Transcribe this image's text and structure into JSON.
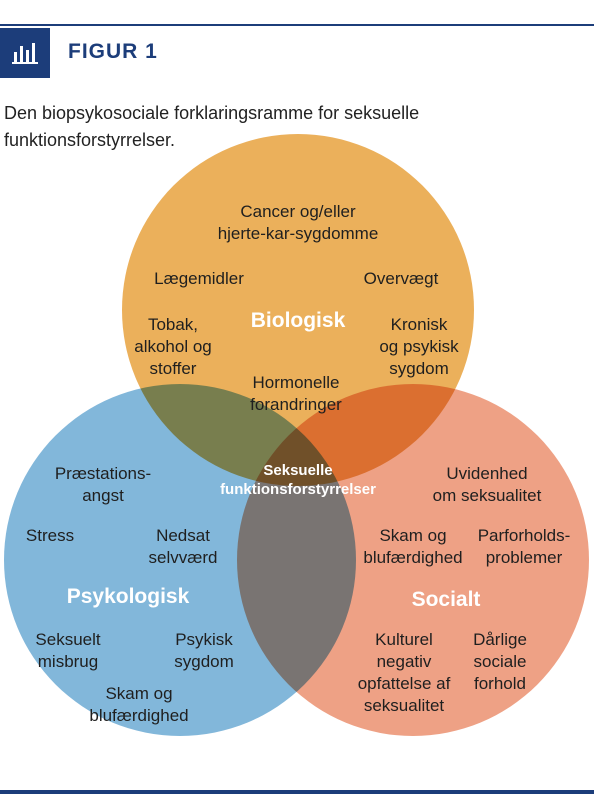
{
  "header": {
    "icon": "bar-chart-icon",
    "figure_label": "FIGUR 1",
    "caption": "Den biopsykosociale forklaringsramme for seksuelle funktionsforstyrrelser."
  },
  "colors": {
    "brand": "#1c3d7a",
    "biologisk": "#e8a23e",
    "psykologisk": "#6aa9d0",
    "socialt": "#e8825c"
  },
  "diagram": {
    "center_label_1": "Seksuelle",
    "center_label_2": "funktionsforstyrrelser",
    "biologisk": {
      "title": "Biologisk",
      "items": [
        [
          "Cancer og/eller",
          "hjerte-kar-sygdomme"
        ],
        [
          "Lægemidler"
        ],
        [
          "Overvægt"
        ],
        [
          "Tobak,",
          "alkohol og",
          "stoffer"
        ],
        [
          "Kronisk",
          "og psykisk",
          "sygdom"
        ],
        [
          "Hormonelle",
          "forandringer"
        ]
      ]
    },
    "psykologisk": {
      "title": "Psykologisk",
      "items": [
        [
          "Præstations-",
          "angst"
        ],
        [
          "Stress"
        ],
        [
          "Nedsat",
          "selvværd"
        ],
        [
          "Seksuelt",
          "misbrug"
        ],
        [
          "Psykisk",
          "sygdom"
        ],
        [
          "Skam og",
          "blufærdighed"
        ]
      ]
    },
    "socialt": {
      "title": "Socialt",
      "items": [
        [
          "Uvidenhed",
          "om seksualitet"
        ],
        [
          "Skam og",
          "blufærdighed"
        ],
        [
          "Parforholds-",
          "problemer"
        ],
        [
          "Kulturel",
          "negativ",
          "opfattelse af",
          "seksualitet"
        ],
        [
          "Dårlige",
          "sociale",
          "forhold"
        ]
      ]
    }
  }
}
